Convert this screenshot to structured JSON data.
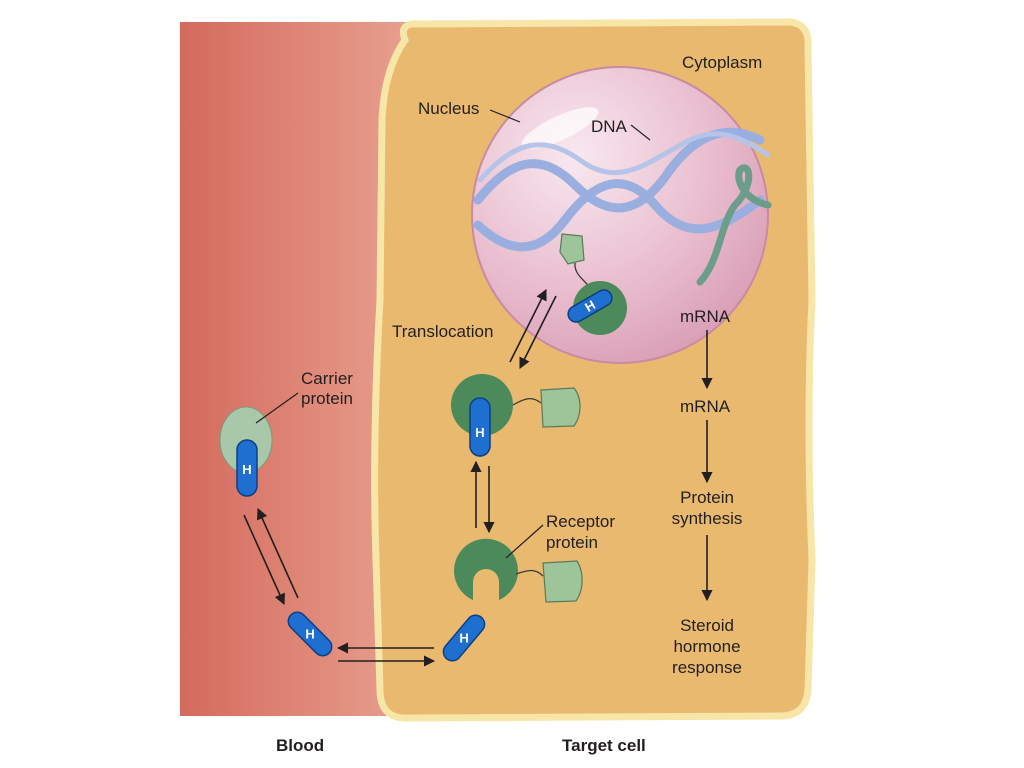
{
  "colors": {
    "blood": "#d9766a",
    "cell_fill": "#e9b86d",
    "cell_border": "#f6e3a6",
    "nucleus": "#e7b9c9",
    "dna": "#9aaee0",
    "mrna": "#6c9c8a",
    "receptor": "#4c8a5c",
    "carrier": "#a9c7a9",
    "hormone": "#1f6fd1",
    "dna_binding": "#9ec49a"
  },
  "labels": {
    "cytoplasm": "Cytoplasm",
    "nucleus": "Nucleus",
    "dna": "DNA",
    "translocation": "Translocation",
    "mrna_nuclear": "mRNA",
    "mrna_cytoplasm": "mRNA",
    "carrier_line1": "Carrier",
    "carrier_line2": "protein",
    "receptor_line1": "Receptor",
    "receptor_line2": "protein",
    "protein_synth_line1": "Protein",
    "protein_synth_line2": "synthesis",
    "response_line1": "Steroid",
    "response_line2": "hormone",
    "response_line3": "response",
    "blood": "Blood",
    "target_cell": "Target cell",
    "hormone_letter": "H"
  },
  "icons": [
    "hormone-capsule",
    "receptor-protein",
    "carrier-protein",
    "dna-binding-domain"
  ]
}
